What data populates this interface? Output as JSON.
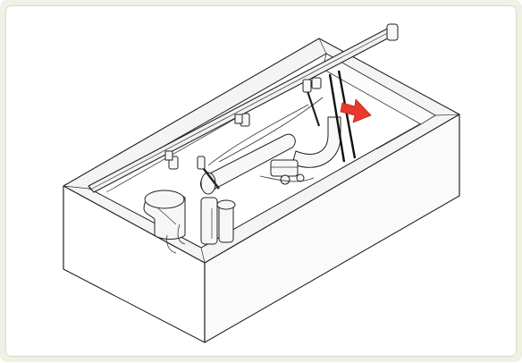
{
  "figure": {
    "colors": {
      "frame_background": "#eef1e4",
      "line": "#222222",
      "arrow": "#e8392b",
      "strut_dark": "#111111"
    },
    "icons": [
      "open-lid",
      "gas-strut",
      "pump-unit",
      "pipework",
      "direction-arrow"
    ]
  }
}
